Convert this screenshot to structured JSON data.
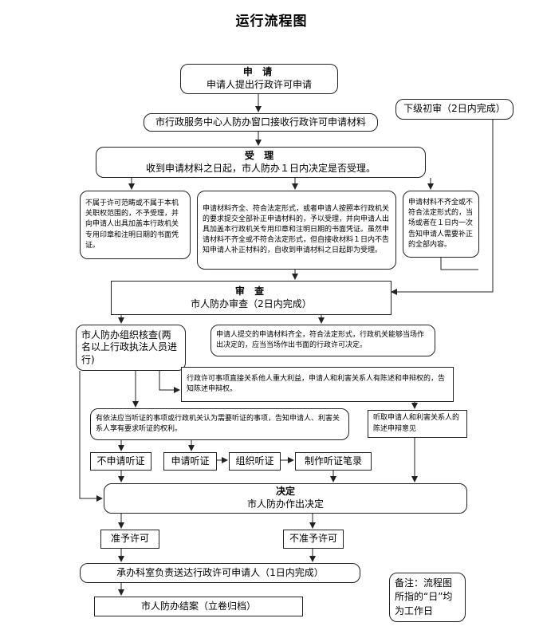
{
  "title": "运行流程图",
  "apply": {
    "head": "申  请",
    "text": "申请人提出行政许可申请"
  },
  "receive": "市行政服务中心人防办窗口接收行政许可申请材料",
  "accept": {
    "head": "受  理",
    "text": "收到申请材料之日起，市人防办１日内决定是否受理。"
  },
  "lower_review": "下级初审（2日内完成）",
  "reject": "不属于许可范畴或不属于本机关职权范围的，不予受理，并向申请人出具加盖本行政机关专用印章和注明日期的书面凭证。",
  "accepted": "申请材料齐全、符合法定形式，或者申请人按照本行政机关的要求提交全部补正申请材料的，予以受理，并向申请人出具加盖本行政机关专用印章和注明日期的书面凭证。虽然申请材料不齐全或不符合法定形式，但自接收材料１日内不告知申请人补正材料的，自收到申请材料之日起即为受理。",
  "incomplete": "申请材料不齐全或不符合法定形式的，当场或者在１日内一次告知申请人需要补正的全部内容。",
  "review": {
    "head": "审  查",
    "text": "市人防办审查（2日内完成）"
  },
  "verify": "市人防办组织核查(两名以上行政执法人员进行)",
  "onsite": "申请人提交的申请材料齐全，符合法定形式，行政机关能够当场作出决定的，应当当场作出书面的行政许可决定。",
  "interest": "行政许可事项直接关系他人重大利益，申请人和利害关系人有陈述和申辩权的，告知陈述申辩权。",
  "hearing_notice": "有依法应当听证的事项或行政机关认为需要听证的事项，告知申请人、利害关系人享有要求听证的权利。",
  "statement": "听取申请人和利害关系人的陈述申辩意见",
  "no_hearing": "不申请听证",
  "apply_hearing": "申请听证",
  "organize_hearing": "组织听证",
  "hearing_record": "制作听证笔录",
  "decision": {
    "head": "决定",
    "text": "市人防办作出决定"
  },
  "grant": "准予许可",
  "deny": "不准予许可",
  "deliver": "承办科室负责送达行政许可申请人（1日内完成）",
  "archive": "市人防办结案（立卷归档）",
  "note": "备注：流程图所指的“日”均为工作日"
}
